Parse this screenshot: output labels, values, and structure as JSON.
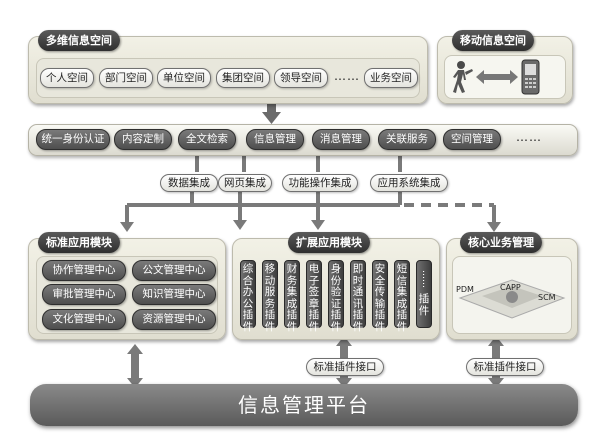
{
  "multi_space": {
    "title": "多维信息空间",
    "items": [
      "个人空间",
      "部门空间",
      "单位空间",
      "集团空间",
      "领导空间",
      "……",
      "业务空间"
    ]
  },
  "mobile_space": {
    "title": "移动信息空间"
  },
  "services": [
    "统一身份认证",
    "内容定制",
    "全文检索",
    "信息管理",
    "消息管理",
    "关联服务",
    "空间管理",
    "……"
  ],
  "integration": [
    "数据集成",
    "网页集成",
    "功能操作集成",
    "应用系统集成"
  ],
  "standard_module": {
    "title": "标准应用模块",
    "items": [
      "协作管理中心",
      "公文管理中心",
      "审批管理中心",
      "知识管理中心",
      "文化管理中心",
      "资源管理中心"
    ]
  },
  "extended_module": {
    "title": "扩展应用模块",
    "items": [
      "综合办公插件",
      "移动服务插件",
      "财务集成插件",
      "电子签章插件",
      "身份验证插件",
      "即时通讯插件",
      "安全传输插件",
      "短信集成插件",
      "……",
      "插件"
    ]
  },
  "core_module": {
    "title": "核心业务管理",
    "labels": [
      "PDM",
      "CAPP",
      "SCM"
    ]
  },
  "interfaces": [
    "标准插件接口",
    "标准插件接口"
  ],
  "platform": "信息管理平台"
}
